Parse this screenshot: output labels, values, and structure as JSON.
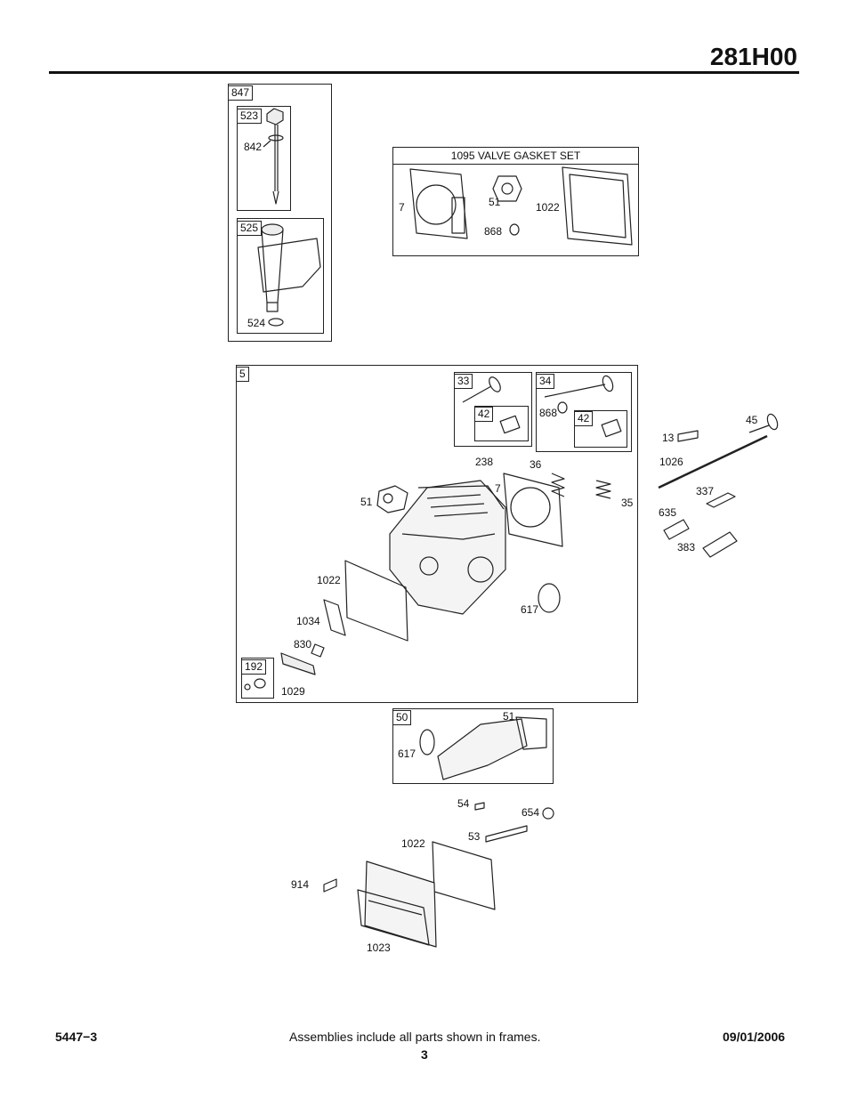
{
  "header": {
    "model": "281H00"
  },
  "frames": {
    "f847": "847",
    "f523": "523",
    "f525": "525",
    "gasket_set": "1095 VALVE GASKET SET",
    "f5": "5",
    "f33": "33",
    "f34": "34",
    "f42a": "42",
    "f42b": "42",
    "f192": "192",
    "f50": "50"
  },
  "callouts": {
    "c842": "842",
    "c524": "524",
    "g7": "7",
    "g51": "51",
    "g1022": "1022",
    "g868": "868",
    "v868": "868",
    "h238": "238",
    "h36": "36",
    "h7": "7",
    "h35": "35",
    "h51": "51",
    "h1022": "1022",
    "h617": "617",
    "h1034": "1034",
    "h830": "830",
    "h1029": "1029",
    "s13": "13",
    "s45": "45",
    "s1026": "1026",
    "s337": "337",
    "s635": "635",
    "s383": "383",
    "m51": "51",
    "m617": "617",
    "b54": "54",
    "b654": "654",
    "b53": "53",
    "b1022": "1022",
    "b914": "914",
    "b1023": "1023"
  },
  "footer": {
    "doc_number": "5447−3",
    "note": "Assemblies include all parts shown in frames.",
    "page": "3",
    "date": "09/01/2006"
  }
}
